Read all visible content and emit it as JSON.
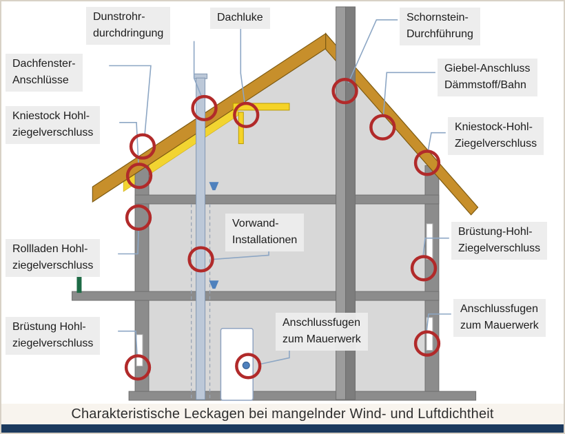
{
  "diagram": {
    "labels": [
      {
        "id": "dunstrohr",
        "text": "Dunstrohr-\ndurchdringung"
      },
      {
        "id": "dachluke",
        "text": "Dachluke"
      },
      {
        "id": "schornstein",
        "text": "Schornstein-\nDurchführung"
      },
      {
        "id": "dachfenster",
        "text": "Dachfenster-\nAnschlüsse"
      },
      {
        "id": "giebel",
        "text": "Giebel-Anschluss\nDämmstoff/Bahn"
      },
      {
        "id": "kniestock-links",
        "text": "Kniestock Hohl-\nziegelverschluss"
      },
      {
        "id": "kniestock-rechts",
        "text": "Kniestock-Hohl-\nZiegelverschluss"
      },
      {
        "id": "vorwand",
        "text": "Vorwand-\nInstallationen"
      },
      {
        "id": "bruestung-rechts",
        "text": "Brüstung-Hohl-\nZiegelverschluss"
      },
      {
        "id": "rollladen",
        "text": "Rollladen Hohl-\nziegelverschluss"
      },
      {
        "id": "anschlussfugen-rechts",
        "text": "Anschlussfugen\nzum Mauerwerk"
      },
      {
        "id": "bruestung-links",
        "text": "Brüstung Hohl-\nziegelverschluss"
      },
      {
        "id": "anschlussfugen-mitte",
        "text": "Anschlussfugen\nzum Mauerwerk"
      }
    ],
    "colors": {
      "marker_red": "#b12a2a",
      "connector_blue": "#8ca6c4",
      "roof_brown": "#c78f2b",
      "wall_gray": "#8c8c8c",
      "interior_gray": "#d8d8d8",
      "insulation_yellow": "#f2d431",
      "accent_blue": "#4f81bd",
      "footer_navy": "#1c3a5e"
    }
  },
  "footer": {
    "title": "Charakteristische Leckagen bei mangelnder Wind- und Luftdichtheit"
  }
}
